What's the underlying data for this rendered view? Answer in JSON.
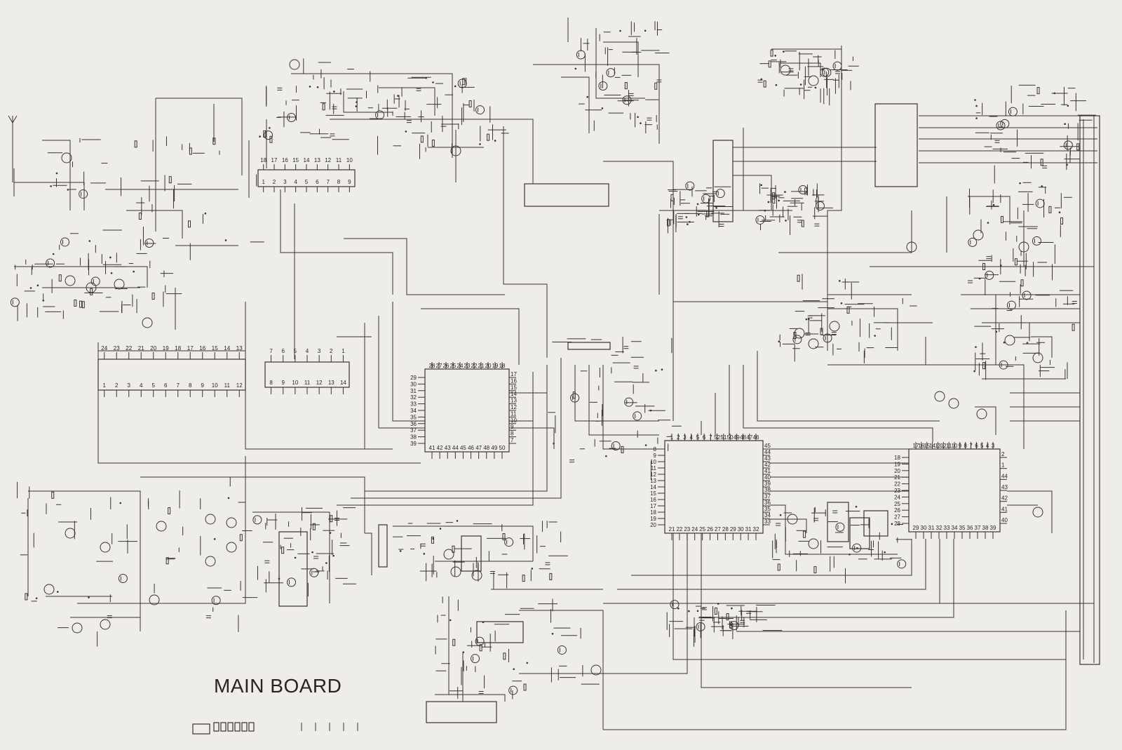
{
  "board_title": "MAIN BOARD",
  "ic_chips": [
    {
      "id": "ic-left-24pin",
      "top_pins": [
        "24",
        "23",
        "22",
        "21",
        "20",
        "19",
        "18",
        "17",
        "16",
        "15",
        "14",
        "13"
      ],
      "bottom_pins": [
        "1",
        "2",
        "3",
        "4",
        "5",
        "6",
        "7",
        "8",
        "9",
        "10",
        "11",
        "12"
      ]
    },
    {
      "id": "ic-mid-14pin",
      "top_pins": [
        "7",
        "6",
        "5",
        "4",
        "3",
        "2",
        "1"
      ],
      "bottom_pins": [
        "8",
        "9",
        "10",
        "11",
        "12",
        "13",
        "14"
      ]
    },
    {
      "id": "ic-top-18pin",
      "top_pins": [
        "18",
        "17",
        "16",
        "15",
        "14",
        "13",
        "12",
        "11",
        "10"
      ],
      "bottom_pins": [
        "1",
        "2",
        "3",
        "4",
        "5",
        "6",
        "7",
        "8",
        "9"
      ]
    },
    {
      "id": "ic-center-qfp",
      "left_pins": [
        "29",
        "30",
        "31",
        "32",
        "33",
        "34",
        "35",
        "36",
        "37",
        "38",
        "39"
      ],
      "top_pins": [
        "28",
        "27",
        "26",
        "25",
        "24",
        "23",
        "22",
        "21",
        "20",
        "19",
        "18"
      ],
      "right_pins": [
        "17",
        "16",
        "15",
        "14",
        "13",
        "12",
        "11",
        "10",
        "9",
        "8",
        "7"
      ],
      "bottom_pins": [
        "41",
        "42",
        "43",
        "44",
        "45",
        "46",
        "47",
        "48",
        "49",
        "50"
      ]
    },
    {
      "id": "ic-micro-qfp",
      "left_pins": [
        "8",
        "9",
        "10",
        "11",
        "12",
        "13",
        "14",
        "15",
        "16",
        "17",
        "18",
        "19",
        "20"
      ],
      "top_pins": [
        "1",
        "2",
        "3",
        "4",
        "5",
        "6",
        "7",
        "52",
        "51",
        "50",
        "49",
        "48",
        "47",
        "46"
      ],
      "right_pins": [
        "45",
        "44",
        "43",
        "42",
        "41",
        "40",
        "39",
        "38",
        "37",
        "36",
        "35",
        "34",
        "33"
      ],
      "bottom_pins": [
        "21",
        "22",
        "23",
        "24",
        "25",
        "26",
        "27",
        "28",
        "29",
        "30",
        "31",
        "32"
      ]
    },
    {
      "id": "ic-right-qfp",
      "left_pins": [
        "18",
        "19",
        "20",
        "21",
        "22",
        "23",
        "24",
        "25",
        "26",
        "27",
        "28"
      ],
      "top_pins": [
        "17",
        "16",
        "15",
        "14",
        "13",
        "12",
        "11",
        "10",
        "9",
        "8",
        "7",
        "6",
        "5",
        "4",
        "3"
      ],
      "right_pins": [
        "2",
        "1",
        "44",
        "43",
        "42",
        "41",
        "40"
      ],
      "bottom_pins": [
        "29",
        "30",
        "31",
        "32",
        "33",
        "34",
        "35",
        "36",
        "37",
        "38",
        "39"
      ]
    }
  ],
  "legend_row": [
    "",
    "",
    "",
    "",
    "",
    ""
  ]
}
